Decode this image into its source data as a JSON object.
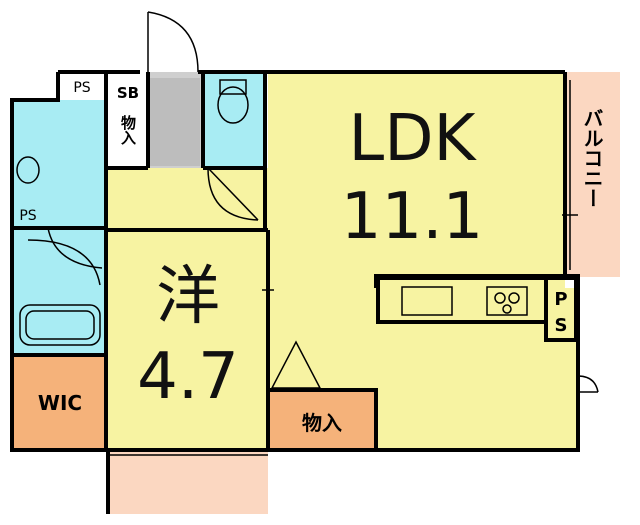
{
  "rooms": {
    "ldk_name": "LDK",
    "ldk_size": "11.1",
    "western_name": "洋",
    "western_size": "4.7",
    "wic": "WIC",
    "storage_main": "物入",
    "storage_entry": "物入",
    "shoebox": "SB",
    "balcony": "バルコニー"
  },
  "shafts": {
    "ps_top": "PS",
    "ps_left": "PS",
    "ps_right_top": "P",
    "ps_right_bottom": "S"
  },
  "colors": {
    "ldk": "#f7f3a2",
    "western": "#f7f3a2",
    "wet_area": "#a8ecf3",
    "storage": "#f5b27a",
    "balcony": "#fbd7c1",
    "entry": "#cfcfcf",
    "wall": "#000000"
  }
}
